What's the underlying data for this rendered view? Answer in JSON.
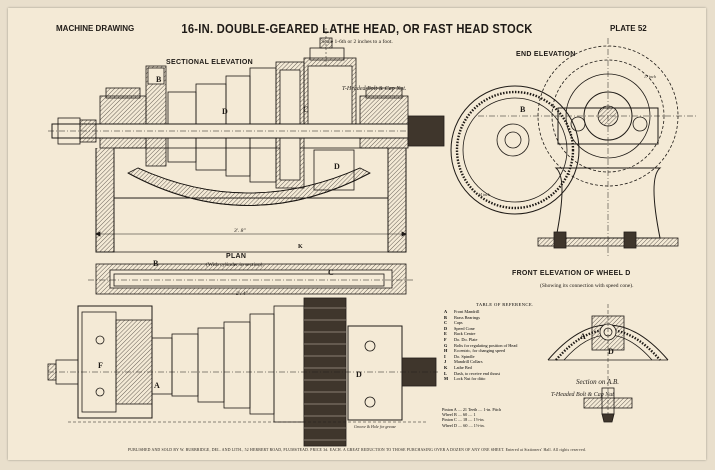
{
  "header": {
    "left_label": "MACHINE DRAWING",
    "title": "16-IN. DOUBLE-GEARED LATHE HEAD, OR FAST HEAD STOCK",
    "right_label": "PLATE 52",
    "scale_note": "Scale 1-6th or 2 inches to a foot."
  },
  "views": {
    "sectional_elevation": "SECTIONAL ELEVATION",
    "end_elevation": "END ELEVATION",
    "plan": "PLAN",
    "plan_note": "(With cylinder in section).",
    "front_elevation": "FRONT ELEVATION OF WHEEL D",
    "front_note": "(Showing its connection with speed cone).",
    "section_ab": "Section on A.B."
  },
  "annotations": {
    "t_bolt_top": "T-Headed Bolt & Cap Nut.",
    "t_bolt_bottom": "T-Headed Bolt & Cap Nut",
    "dim_3_8": "3'. 8\"",
    "dim_2_4": "2'. 4\"",
    "grease": "Groove & Hole for grease",
    "dim_14": "14 inch",
    "dim_17": "17 inch"
  },
  "part_letters": {
    "a": "A",
    "b": "B",
    "c": "C",
    "d": "D",
    "e": "E",
    "f": "F",
    "k": "K",
    "l": "L"
  },
  "reference_table": {
    "title": "TABLE OF REFERENCE.",
    "rows": [
      {
        "key": "A",
        "text": "Front Mandrill"
      },
      {
        "key": "B",
        "text": "Brass Bearings"
      },
      {
        "key": "C",
        "text": "Caps"
      },
      {
        "key": "D",
        "text": "Speed Cone"
      },
      {
        "key": "E",
        "text": "Back Centre"
      },
      {
        "key": "F",
        "text": "Do. Do. Plate"
      },
      {
        "key": "G",
        "text": "Bolts for regulating position of Head"
      },
      {
        "key": "H",
        "text": "Eccentric, for changing speed"
      },
      {
        "key": "I",
        "text": "Do. Spindle"
      },
      {
        "key": "J",
        "text": "Mandrill Collars"
      },
      {
        "key": "K",
        "text": "Lathe Bed"
      },
      {
        "key": "L",
        "text": "Dash, to receive end thrust"
      },
      {
        "key": "M",
        "text": "Lock Nut for ditto"
      }
    ]
  },
  "pinion_table": {
    "rows": [
      "Pinion A .... 21 Teeth .... 1-in. Pitch",
      "Wheel B .... 60 .... 1",
      "Pinion C .... 18 .... 1&#189;-in.",
      "Wheel D .... 60 .... 1&#189;-in."
    ]
  },
  "footer": "PUBLISHED AND SOLD BY W. BURBRIDGE, DEL. AND LITH., 52 HERBERT ROAD, PLUMSTEAD. PRICE 3d. EACH. A GREAT REDUCTION TO THOSE PURCHASING OVER A DOZEN OF ANY ONE SHEET. Entered at Stationers' Hall. All rights reserved.",
  "colors": {
    "paper": "#f4ead6",
    "ink": "#1e1a16"
  }
}
